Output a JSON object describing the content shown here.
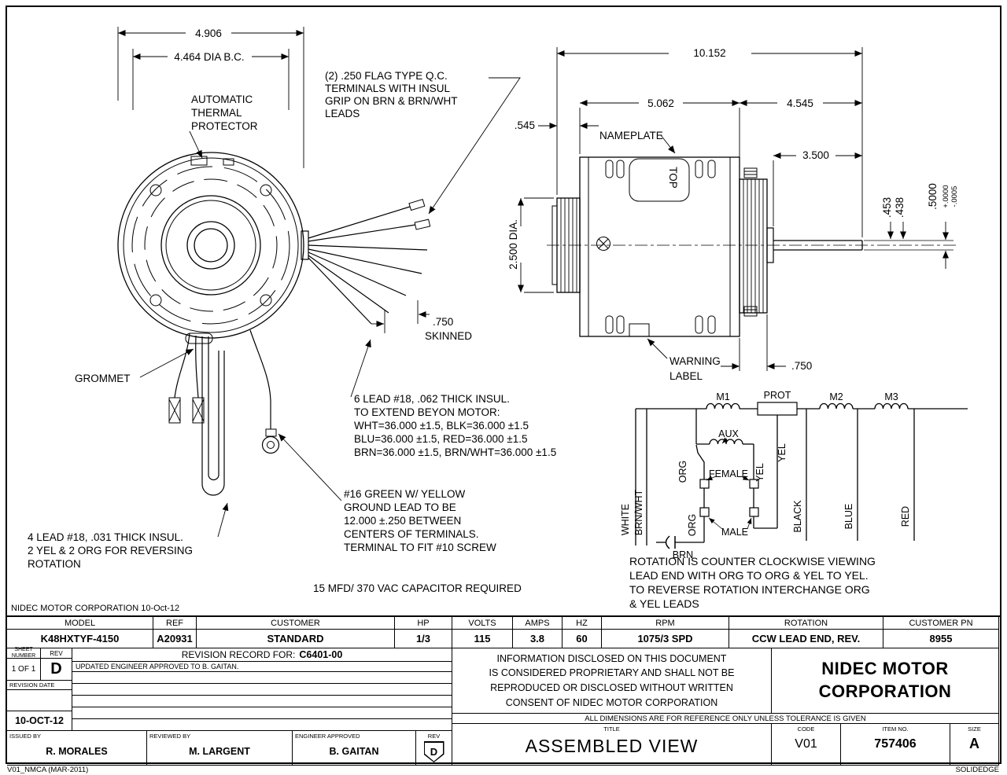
{
  "colors": {
    "ink": "#000000",
    "paper": "#ffffff"
  },
  "corp_note": "NIDEC MOTOR CORPORATION 10-Oct-12",
  "footer": {
    "left": "V01_NMCA (MAR-2011)",
    "right": "SOLIDEDGE"
  },
  "front": {
    "dim_outer": "4.906",
    "dim_bc": "4.464 DIA B.C.",
    "thermal": [
      "AUTOMATIC",
      "THERMAL",
      "PROTECTOR"
    ],
    "qc_note": [
      "(2)  .250  FLAG  TYPE  Q.C.",
      "TERMINALS WITH INSUL",
      "GRIP ON BRN & BRN/WHT",
      "LEADS"
    ],
    "skinned_dim": ".750",
    "skinned_label": "SKINNED",
    "grommet": "GROMMET",
    "lead6_note": [
      "6 LEAD #18,  .062  THICK  INSUL.",
      "TO EXTEND BEYON MOTOR:",
      "WHT=36.000 ±1.5, BLK=36.000 ±1.5",
      "BLU=36.000 ±1.5, RED=36.000 ±1.5",
      "BRN=36.000 ±1.5, BRN/WHT=36.000 ±1.5"
    ],
    "ground_note": [
      "#16 GREEN W/ YELLOW",
      "GROUND  LEAD  TO  BE",
      "12.000 ±.250 BETWEEN",
      "CENTERS OF TERMINALS.",
      "TERMINAL TO FIT #10 SCREW"
    ],
    "lead4_note": [
      "4 LEAD #18,  .031  THICK  INSUL.",
      "2 YEL & 2 ORG FOR REVERSING",
      "ROTATION"
    ],
    "cap_note": "15 MFD/ 370 VAC CAPACITOR REQUIRED"
  },
  "side": {
    "dim_total": "10.152",
    "dim_body": "5.062",
    "dim_right": "4.545",
    "dim_lip": ".545",
    "dim_3500": "3.500",
    "dim_dia": "2.500 DIA.",
    "dim_453": ".453",
    "dim_438": ".438",
    "dim_5000": ".5000",
    "tol_plus": "+.0000",
    "tol_minus": "-.0005",
    "dim_750": ".750",
    "nameplate": "NAMEPLATE",
    "top_label": "TOP",
    "warning": [
      "WARNING",
      "LABEL"
    ]
  },
  "schematic": {
    "m1": "M1",
    "prot": "PROT",
    "m2": "M2",
    "m3": "M3",
    "aux": "AUX",
    "female": "FEMALE",
    "male": "MALE",
    "white": "WHITE",
    "brnwht": "BRN/WHT",
    "brn": "BRN",
    "org1": "ORG",
    "org2": "ORG",
    "yel1": "YEL",
    "yel2": "YEL",
    "black": "BLACK",
    "blue": "BLUE",
    "red": "RED",
    "note": [
      "ROTATION IS COUNTER CLOCKWISE VIEWING",
      "LEAD END WITH ORG TO ORG & YEL TO YEL.",
      "TO REVERSE ROTATION INTERCHANGE ORG",
      "& YEL LEADS"
    ]
  },
  "spec": {
    "headers": [
      "MODEL",
      "REF",
      "CUSTOMER",
      "HP",
      "VOLTS",
      "AMPS",
      "HZ",
      "RPM",
      "ROTATION",
      "CUSTOMER PN"
    ],
    "values": [
      "K48HXTYF-4150",
      "A20931",
      "STANDARD",
      "1/3",
      "115",
      "3.8",
      "60",
      "1075/3 SPD",
      "CCW LEAD END, REV.",
      "8955"
    ]
  },
  "title_block": {
    "sheet_label_1": "SHEET",
    "sheet_label_2": "NUMBER",
    "sheet_value": "1 OF 1",
    "rev_label": "REV",
    "rev_value": "D",
    "revision_record_label": "REVISION RECORD FOR:",
    "revision_record_number": "C6401-00",
    "revision_note": "UPDATED ENGINEER APPROVED TO B. GAITAN.",
    "revision_date_label": "REVISION DATE",
    "revision_date_value": "10-OCT-12",
    "issued_label": "ISSUED BY",
    "issued_value": "R. MORALES",
    "reviewed_label": "REVIEWED BY",
    "reviewed_value": "M. LARGENT",
    "engineer_label": "ENGINEER APPROVED",
    "engineer_value": "B. GAITAN",
    "rev_flag_label": "REV",
    "rev_flag_value": "D",
    "proprietary": [
      "INFORMATION DISCLOSED ON THIS DOCUMENT",
      "IS CONSIDERED PROPRIETARY AND SHALL NOT BE",
      "REPRODUCED OR DISCLOSED WITHOUT WRITTEN",
      "CONSENT OF NIDEC MOTOR CORPORATION"
    ],
    "company": [
      "NIDEC MOTOR",
      "CORPORATION"
    ],
    "dims_note": "ALL DIMENSIONS ARE FOR REFERENCE ONLY UNLESS TOLERANCE IS GIVEN",
    "title_label": "TITLE",
    "title_value": "ASSEMBLED VIEW",
    "code_label": "CODE",
    "code_value": "V01",
    "item_label": "ITEM NO.",
    "item_value": "757406",
    "size_label": "SIZE",
    "size_value": "A"
  }
}
